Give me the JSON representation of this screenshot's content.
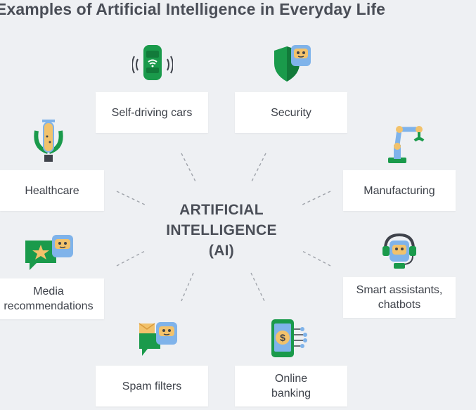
{
  "title": "Examples of Artificial Intelligence in Everyday Life",
  "center": {
    "line1": "ARTIFICIAL",
    "line2": "INTELLIGENCE",
    "line3": "(AI)"
  },
  "items": [
    {
      "label": "Self-driving cars",
      "icon": "self-driving-car-icon"
    },
    {
      "label": "Security",
      "icon": "security-shield-robot-icon"
    },
    {
      "label": "Healthcare",
      "icon": "test-tube-icon"
    },
    {
      "label": "Manufacturing",
      "icon": "robotic-arm-icon"
    },
    {
      "label": "Media recommendations",
      "line1": "Media",
      "line2": "recommendations",
      "icon": "media-star-robot-icon"
    },
    {
      "label": "Smart assistants, chatbots",
      "line1": "Smart assistants,",
      "line2": "chatbots",
      "icon": "headset-robot-icon"
    },
    {
      "label": "Spam filters",
      "icon": "mail-robot-icon"
    },
    {
      "label": "Online banking",
      "line1": "Online",
      "line2": "banking",
      "icon": "phone-dollar-icon"
    }
  ],
  "colors": {
    "background": "#eef0f3",
    "card": "#ffffff",
    "text": "#4a4e57",
    "green": "#1a9a4b",
    "dark_green": "#127a3a",
    "robot_blue": "#7fb3ea",
    "robot_face": "#f2c26b",
    "connector": "#a0a4ab"
  }
}
